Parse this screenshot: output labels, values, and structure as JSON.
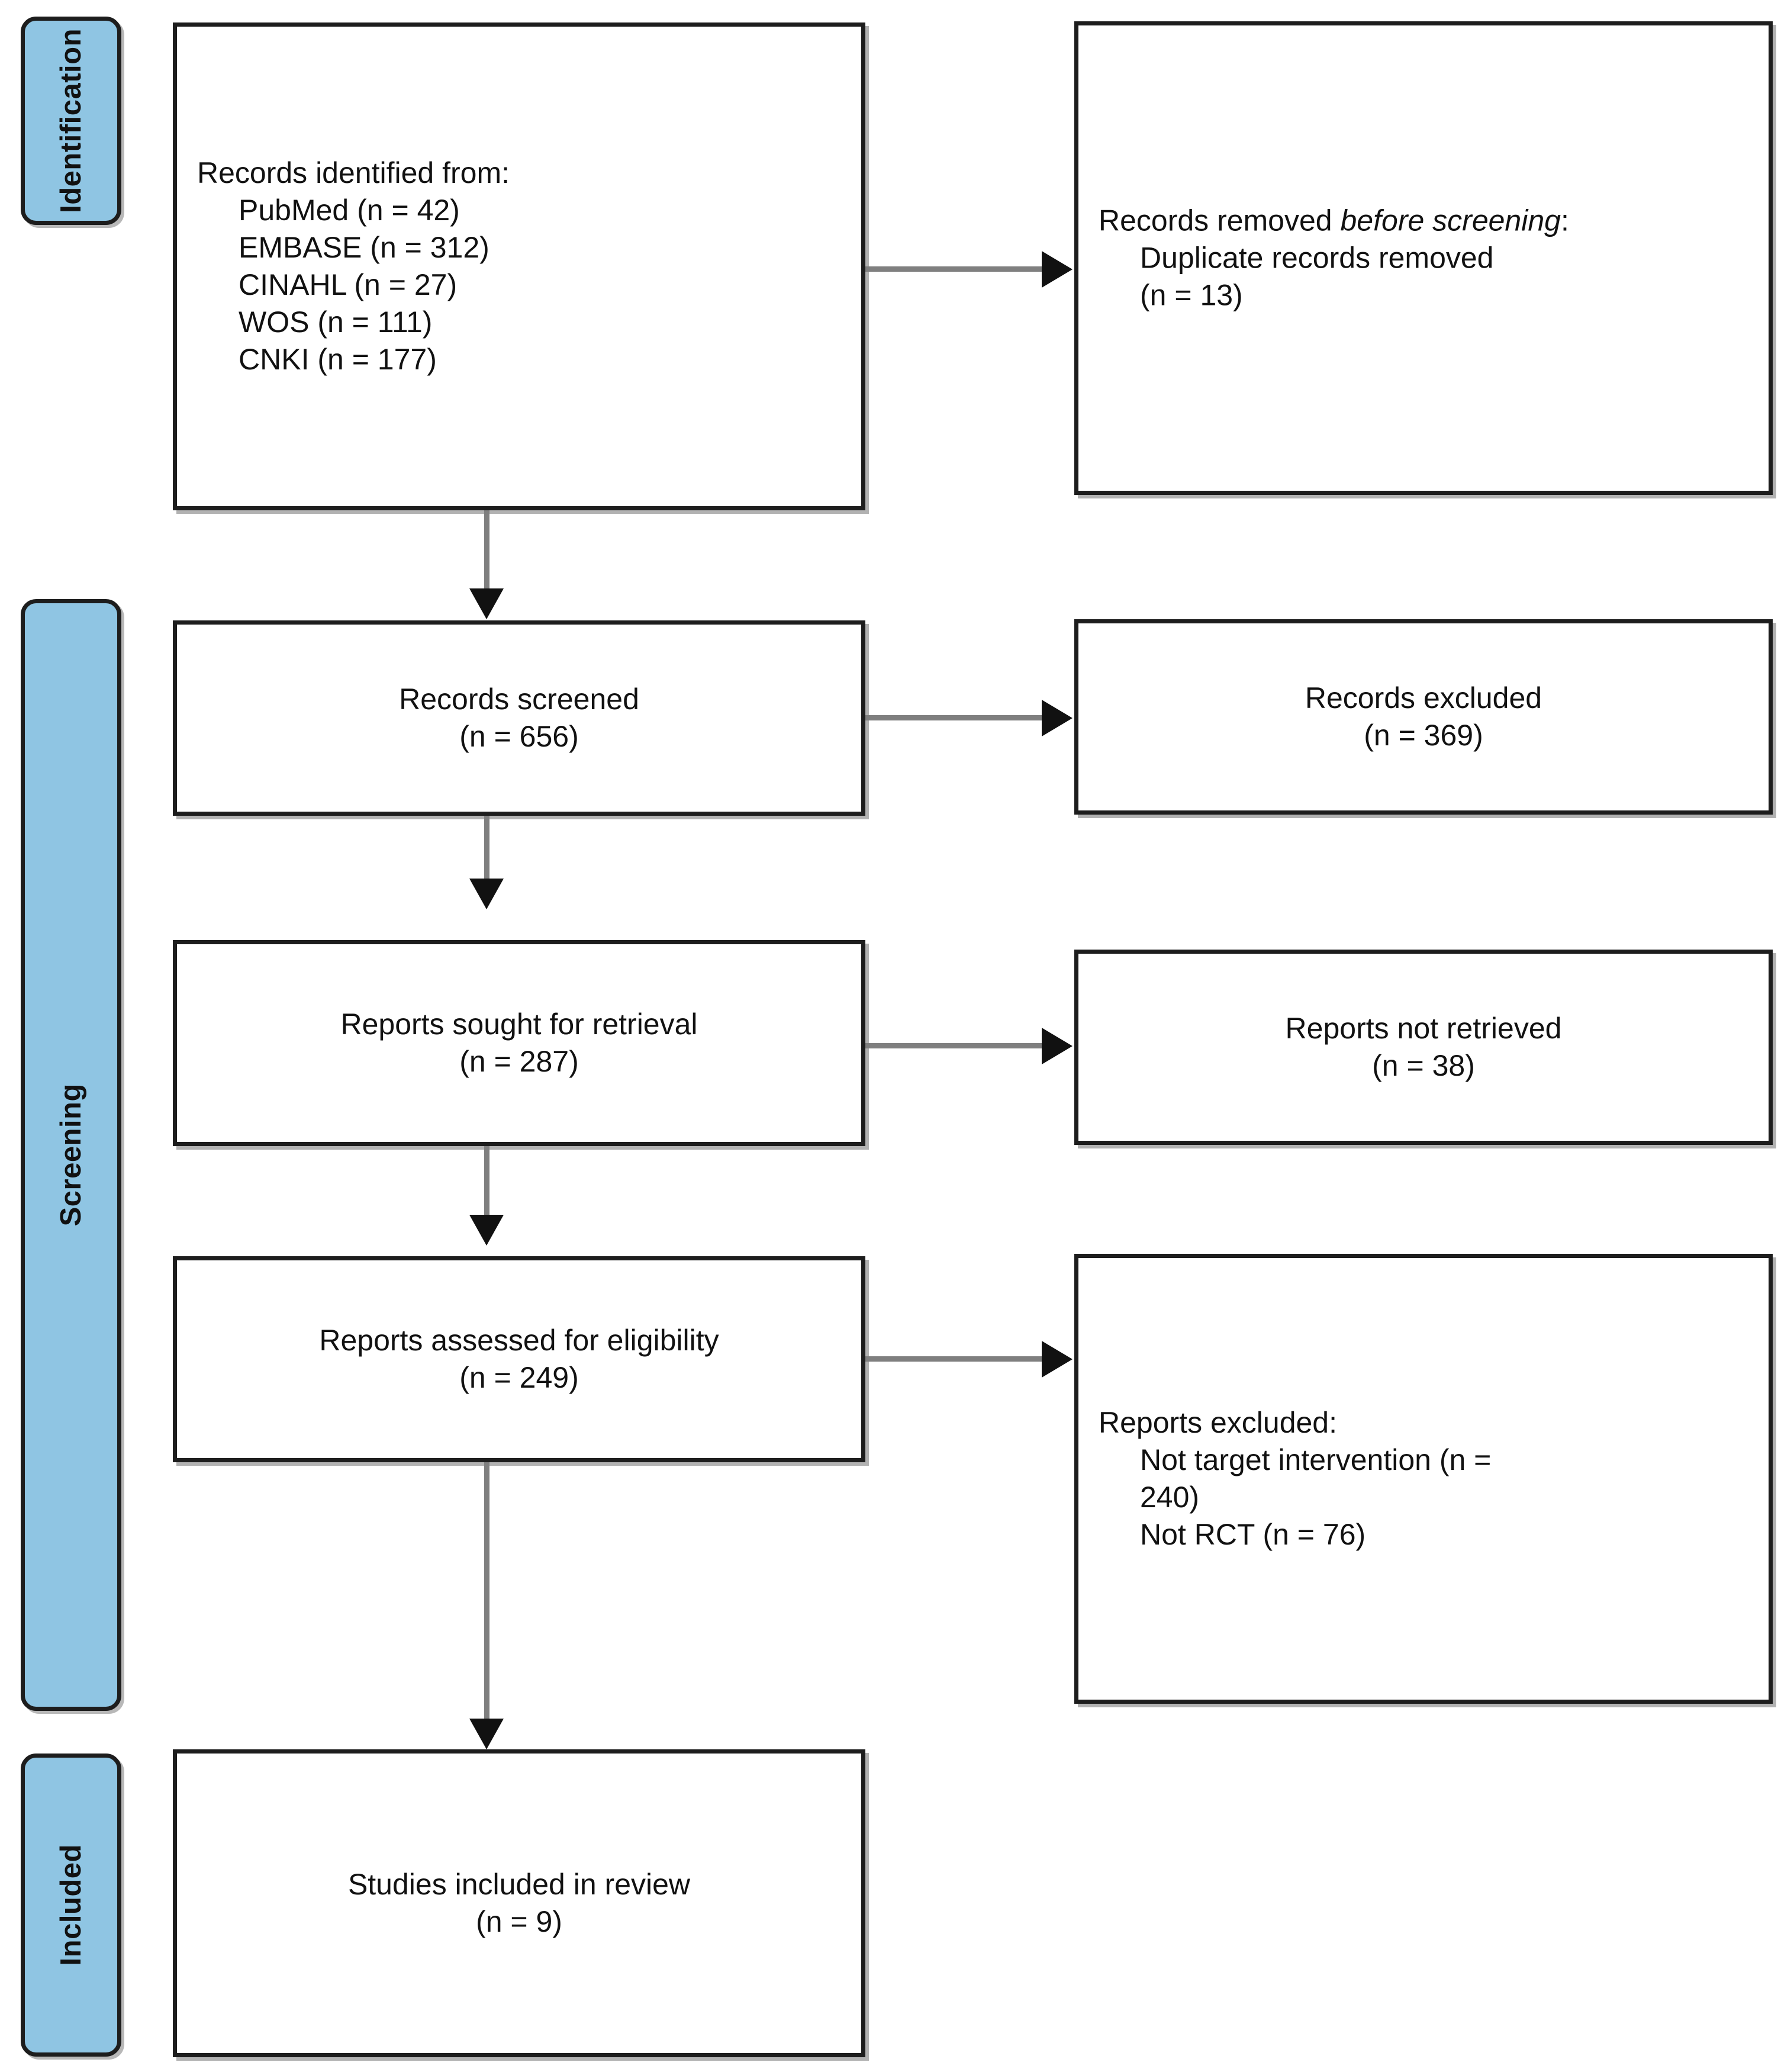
{
  "diagram": {
    "title": "PRISMA 2020 flow diagram",
    "accent_color": "#8fc5e3",
    "border_color": "#1d1d1d",
    "connector_color": "#7f7f7f",
    "arrowhead_color": "#111111"
  },
  "stages": [
    {
      "key": "identification",
      "label": "Identification"
    },
    {
      "key": "screening",
      "label": "Screening"
    },
    {
      "key": "included",
      "label": "Included"
    }
  ],
  "boxes": {
    "records_identified": {
      "heading": "Records identified from:",
      "items": [
        "PubMed (n = 42)",
        "EMBASE (n = 312)",
        "CINAHL (n = 27)",
        "WOS (n = 111)",
        "CNKI (n = 177)"
      ]
    },
    "records_removed": {
      "heading_pre": "Records removed ",
      "heading_em": "before screening",
      "heading_post": ":",
      "item_line1": "Duplicate records removed",
      "item_line2": "(n = 13)"
    },
    "records_screened": {
      "line1": "Records screened",
      "line2": "(n = 656)"
    },
    "records_excluded": {
      "line1": "Records excluded",
      "line2": "(n = 369)"
    },
    "reports_sought": {
      "line1": "Reports sought for retrieval",
      "line2": "(n = 287)"
    },
    "reports_not_retrieved": {
      "line1": "Reports not retrieved",
      "line2": "(n = 38)"
    },
    "reports_assessed": {
      "line1": "Reports assessed for eligibility",
      "line2": "(n = 249)"
    },
    "reports_excluded": {
      "heading": "Reports excluded:",
      "item1_line1": "Not target intervention (n =",
      "item1_line2": "240)",
      "item2": "Not RCT (n = 76)"
    },
    "studies_included": {
      "line1": "Studies included in review",
      "line2": "(n = 9)"
    }
  },
  "chart_data": {
    "type": "diagram",
    "title": "PRISMA 2020 flow diagram",
    "nodes": [
      {
        "id": "records_identified",
        "stage": "Identification",
        "column": "left",
        "label": "Records identified from:",
        "counts": {
          "PubMed": 42,
          "EMBASE": 312,
          "CINAHL": 27,
          "WOS": 111,
          "CNKI": 177
        }
      },
      {
        "id": "records_removed",
        "stage": "Identification",
        "column": "right",
        "label": "Records removed before screening:",
        "counts": {
          "Duplicate records removed": 13
        }
      },
      {
        "id": "records_screened",
        "stage": "Screening",
        "column": "left",
        "label": "Records screened",
        "n": 656
      },
      {
        "id": "records_excluded",
        "stage": "Screening",
        "column": "right",
        "label": "Records excluded",
        "n": 369
      },
      {
        "id": "reports_sought",
        "stage": "Screening",
        "column": "left",
        "label": "Reports sought for retrieval",
        "n": 287
      },
      {
        "id": "reports_not_retrieved",
        "stage": "Screening",
        "column": "right",
        "label": "Reports not retrieved",
        "n": 38
      },
      {
        "id": "reports_assessed",
        "stage": "Screening",
        "column": "left",
        "label": "Reports assessed for eligibility",
        "n": 249
      },
      {
        "id": "reports_excluded",
        "stage": "Screening",
        "column": "right",
        "label": "Reports excluded:",
        "counts": {
          "Not target intervention": 240,
          "Not RCT": 76
        }
      },
      {
        "id": "studies_included",
        "stage": "Included",
        "column": "left",
        "label": "Studies included in review",
        "n": 9
      }
    ],
    "edges": [
      {
        "from": "records_identified",
        "to": "records_removed",
        "direction": "right"
      },
      {
        "from": "records_identified",
        "to": "records_screened",
        "direction": "down"
      },
      {
        "from": "records_screened",
        "to": "records_excluded",
        "direction": "right"
      },
      {
        "from": "records_screened",
        "to": "reports_sought",
        "direction": "down"
      },
      {
        "from": "reports_sought",
        "to": "reports_not_retrieved",
        "direction": "right"
      },
      {
        "from": "reports_sought",
        "to": "reports_assessed",
        "direction": "down"
      },
      {
        "from": "reports_assessed",
        "to": "reports_excluded",
        "direction": "right"
      },
      {
        "from": "reports_assessed",
        "to": "studies_included",
        "direction": "down"
      }
    ]
  }
}
